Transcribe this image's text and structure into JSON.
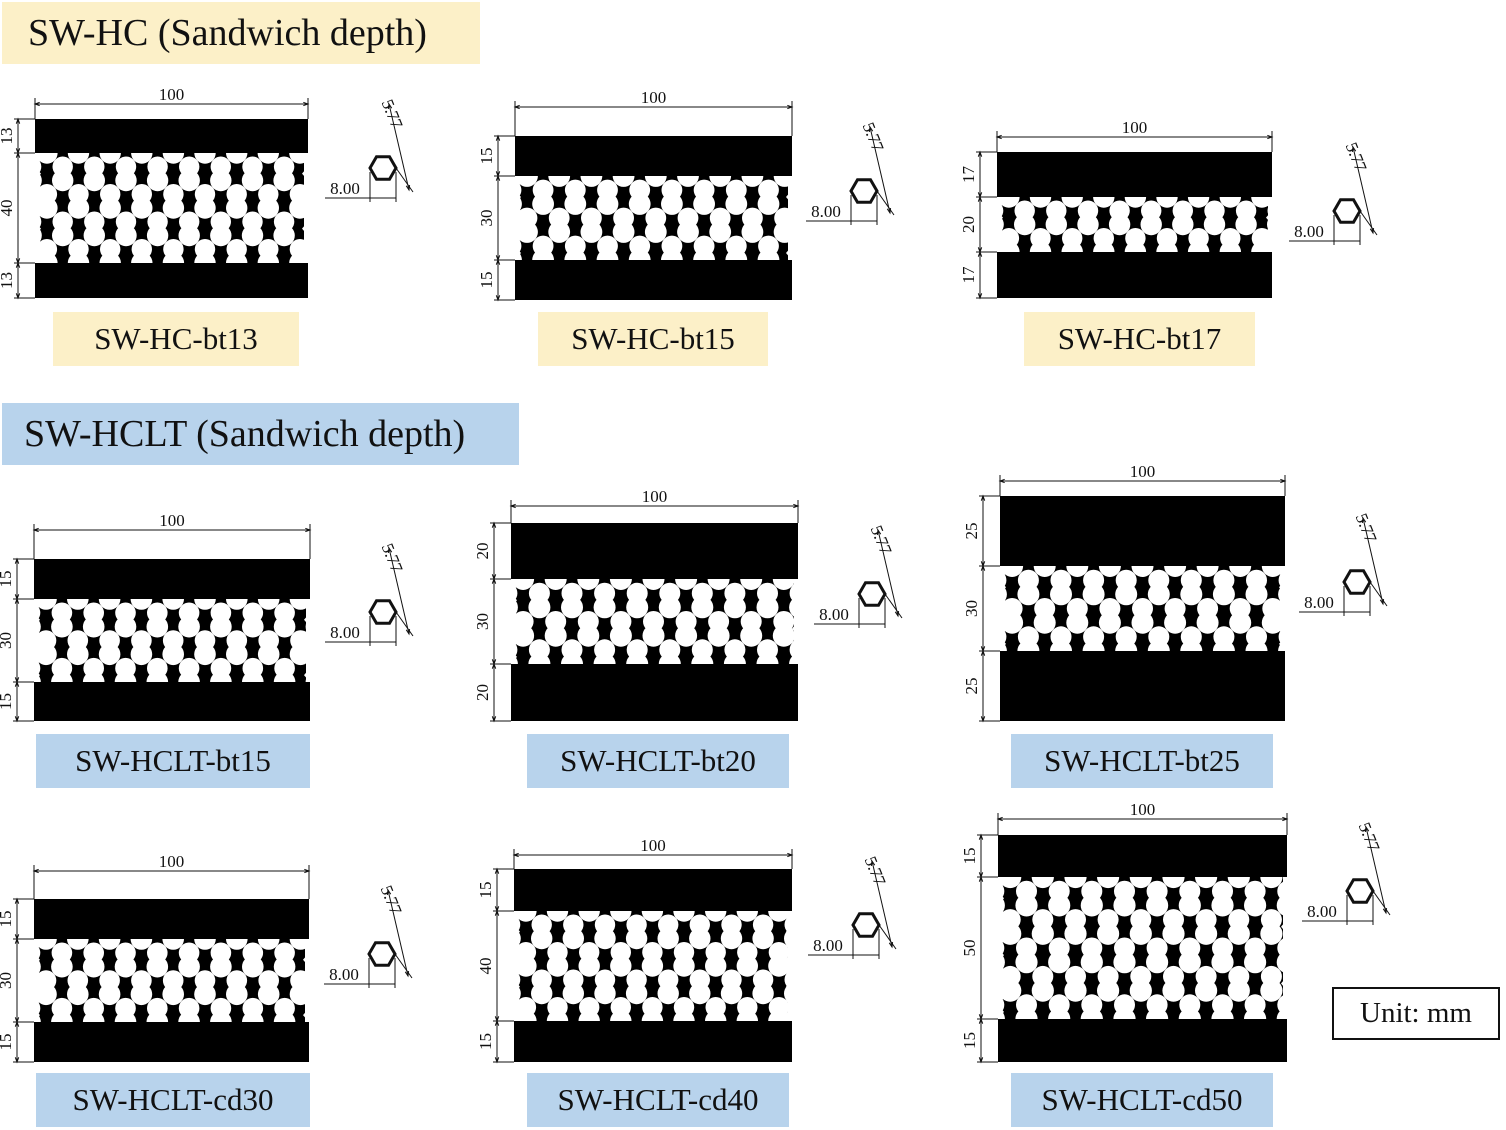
{
  "sections": {
    "hc_title": "SW-HC (Sandwich depth)",
    "hclt_title": "SW-HCLT (Sandwich depth)"
  },
  "unit_label": "Unit:  mm",
  "colors": {
    "hc_band": "#fcf0c8",
    "hclt_band": "#b8d3ec",
    "solid": "#000000"
  },
  "panels": [
    {
      "id": "SW-HC-bt13",
      "group": "hc",
      "width_label": "100",
      "top_label": "13",
      "core_label": "40",
      "bottom_label": "13",
      "hex_side": "5.77",
      "hex_width": "8.00",
      "core_rows": 5
    },
    {
      "id": "SW-HC-bt15",
      "group": "hc",
      "width_label": "100",
      "top_label": "15",
      "core_label": "30",
      "bottom_label": "15",
      "hex_side": "5.77",
      "hex_width": "8.00",
      "core_rows": 4
    },
    {
      "id": "SW-HC-bt17",
      "group": "hc",
      "width_label": "100",
      "top_label": "17",
      "core_label": "20",
      "bottom_label": "17",
      "hex_side": "5.77",
      "hex_width": "8.00",
      "core_rows": 3
    },
    {
      "id": "SW-HCLT-bt15",
      "group": "hclt",
      "width_label": "100",
      "top_label": "15",
      "core_label": "30",
      "bottom_label": "15",
      "hex_side": "5.77",
      "hex_width": "8.00",
      "core_rows": 4
    },
    {
      "id": "SW-HCLT-bt20",
      "group": "hclt",
      "width_label": "100",
      "top_label": "20",
      "core_label": "30",
      "bottom_label": "20",
      "hex_side": "5.77",
      "hex_width": "8.00",
      "core_rows": 4
    },
    {
      "id": "SW-HCLT-bt25",
      "group": "hclt",
      "width_label": "100",
      "top_label": "25",
      "core_label": "30",
      "bottom_label": "25",
      "hex_side": "5.77",
      "hex_width": "8.00",
      "core_rows": 4
    },
    {
      "id": "SW-HCLT-cd30",
      "group": "hclt",
      "width_label": "100",
      "top_label": "15",
      "core_label": "30",
      "bottom_label": "15",
      "hex_side": "5.77",
      "hex_width": "8.00",
      "core_rows": 4
    },
    {
      "id": "SW-HCLT-cd40",
      "group": "hclt",
      "width_label": "100",
      "top_label": "15",
      "core_label": "40",
      "bottom_label": "15",
      "hex_side": "5.77",
      "hex_width": "8.00",
      "core_rows": 5
    },
    {
      "id": "SW-HCLT-cd50",
      "group": "hclt",
      "width_label": "100",
      "top_label": "15",
      "core_label": "50",
      "bottom_label": "15",
      "hex_side": "5.77",
      "hex_width": "8.00",
      "core_rows": 6
    }
  ]
}
